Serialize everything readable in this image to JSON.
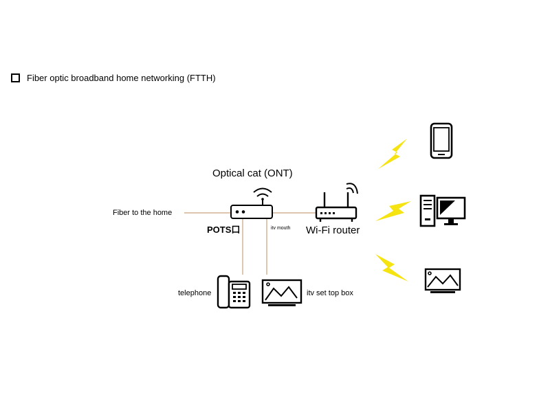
{
  "title": "Fiber optic broadband home networking (FTTH)",
  "labels": {
    "ont": "Optical cat (ONT)",
    "fiber": "Fiber to the home",
    "pots": "POTS口",
    "itv_mouth": "itv mouth",
    "wifi_router": "Wi-Fi router",
    "telephone": "telephone",
    "set_top_box": "itv set top box"
  },
  "colors": {
    "line": "#c8a27a",
    "lightning": "#f5e312",
    "icon": "#000000"
  },
  "icons": [
    "router-icon",
    "wifi-router-icon",
    "telephone-icon",
    "tv-icon",
    "smartphone-icon",
    "desktop-computer-icon",
    "lightning-icon"
  ]
}
